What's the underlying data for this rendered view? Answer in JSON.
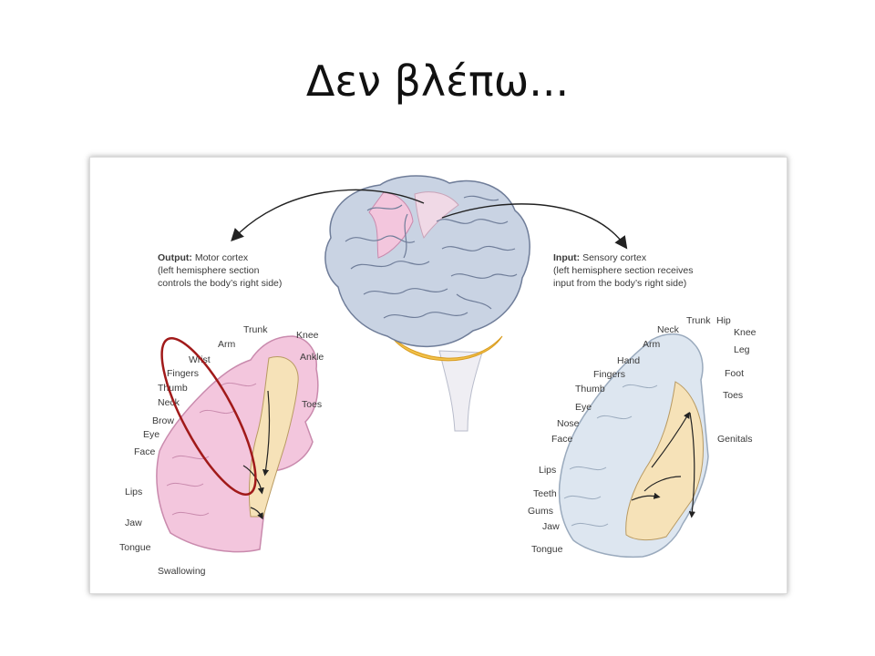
{
  "slide": {
    "title": "Δεν βλέπω..."
  },
  "diagram": {
    "output": {
      "heading": "Output:",
      "line1_rest": " Motor cortex",
      "line2": "(left hemisphere section",
      "line3": "controls the body’s right side)",
      "labels": [
        "Trunk",
        "Knee",
        "Arm",
        "Ankle",
        "Wrist",
        "Fingers",
        "Thumb",
        "Neck",
        "Toes",
        "Brow",
        "Eye",
        "Face",
        "Lips",
        "Jaw",
        "Tongue",
        "Swallowing"
      ]
    },
    "input": {
      "heading": "Input:",
      "line1_rest": " Sensory cortex",
      "line2": "(left hemisphere section receives",
      "line3": "input from the body’s right side)",
      "labels": [
        "Trunk",
        "Hip",
        "Neck",
        "Knee",
        "Arm",
        "Leg",
        "Hand",
        "Foot",
        "Fingers",
        "Thumb",
        "Toes",
        "Eye",
        "Nose",
        "Genitals",
        "Face",
        "Lips",
        "Teeth",
        "Gums",
        "Jaw",
        "Tongue"
      ]
    },
    "colors": {
      "motor_cortex": "#f3c6dd",
      "sensory_cortex": "#dde6f0",
      "brain": "#c9d3e3",
      "brainstem": "#f2c24a",
      "highlight_ellipse": "#a11a1a"
    }
  }
}
